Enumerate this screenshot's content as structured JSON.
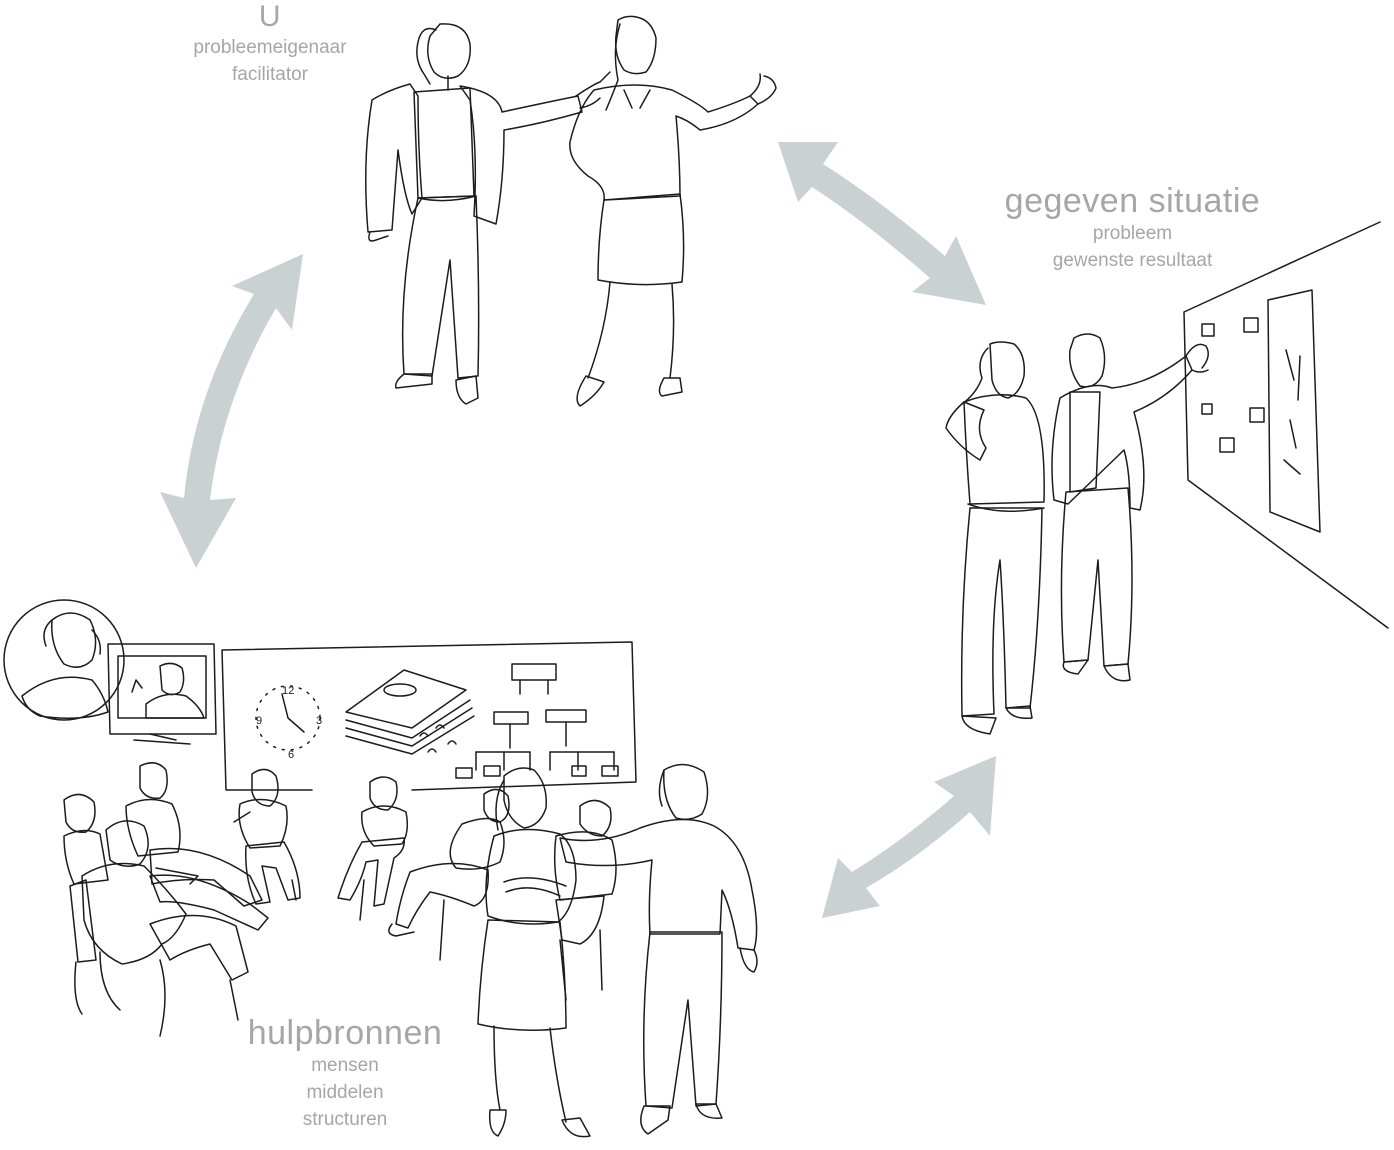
{
  "labels": {
    "u": {
      "title": "U",
      "lines": [
        "probleemeigenaar",
        "facilitator"
      ]
    },
    "situatie": {
      "title": "gegeven situatie",
      "lines": [
        "probleem",
        "gewenste resultaat"
      ]
    },
    "hulpbronnen": {
      "title": "hulpbronnen",
      "lines": [
        "mensen",
        "middelen",
        "structuren"
      ]
    }
  },
  "clock": {
    "numerals": [
      "12",
      "3",
      "6",
      "9"
    ]
  },
  "colors": {
    "label_gray": "#a6a6a6",
    "arrow": "#c9d1d3",
    "red": "#d9232d",
    "yellow": "#f2cd1c",
    "mint": "#a9f2dc",
    "teal": "#3a917a",
    "green": "#4fdc9a",
    "lime": "#9ae21a",
    "dark_green": "#2f7f5c",
    "charcoal": "#384544",
    "slate": "#7e7f8e",
    "orange": "#f7b31b"
  },
  "arrows": [
    "cycle-arrow",
    "cycle-arrow",
    "cycle-arrow"
  ]
}
